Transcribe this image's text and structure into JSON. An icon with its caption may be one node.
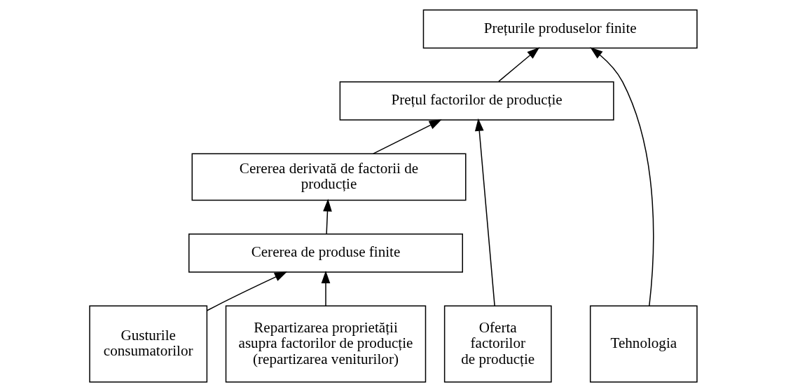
{
  "diagram": {
    "nodes": [
      {
        "text": [
          "Prețurile produselor finite"
        ]
      },
      {
        "text": [
          "Prețul factorilor de producție"
        ]
      },
      {
        "text": [
          "Cererea derivată de factorii de producție"
        ]
      },
      {
        "text": [
          "Cererea de produse finite"
        ]
      },
      {
        "text": [
          "Tehnologia"
        ]
      },
      {
        "text": [
          "Gusturile consumatorilor"
        ]
      },
      {
        "text": [
          "Repartizarea proprietății asupra factorilor de producție (repartizarea veniturilor)"
        ]
      },
      {
        "text": [
          "Oferta factorilor de producție"
        ]
      }
    ],
    "edges": [
      {
        "from": 4,
        "to": 0,
        "arrow": "to"
      },
      {
        "from": 1,
        "to": 0,
        "arrow": "to"
      },
      {
        "from": 2,
        "to": 1,
        "arrow": "to"
      },
      {
        "from": 3,
        "to": 2,
        "arrow": "to"
      },
      {
        "from": 5,
        "to": 3,
        "arrow": "to"
      },
      {
        "from": 6,
        "to": 3,
        "arrow": "to"
      },
      {
        "from": 7,
        "to": 1,
        "arrow": "to"
      }
    ]
  }
}
